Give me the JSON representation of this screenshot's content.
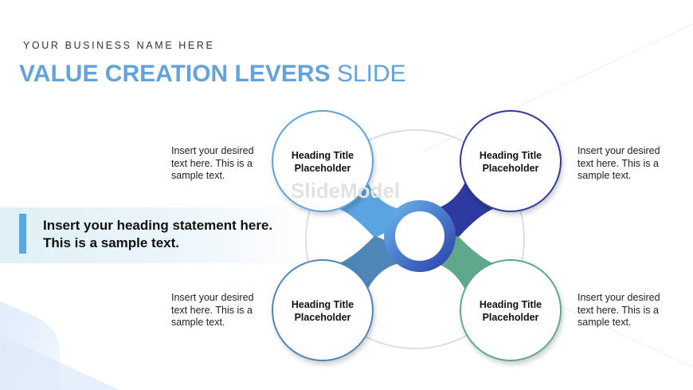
{
  "header": {
    "business_name": "YOUR BUSINESS NAME HERE",
    "title_bold": "VALUE CREATION LEVERS",
    "title_light": "SLIDE"
  },
  "statement": {
    "line1": "Insert your heading statement here.",
    "line2": "This is a sample text."
  },
  "levers": [
    {
      "heading": "Heading Title Placeholder",
      "description": "Insert your desired text here. This is a sample text.",
      "color": "#5aa5e0"
    },
    {
      "heading": "Heading Title Placeholder",
      "description": "Insert your desired text here. This is a sample text.",
      "color": "#2e3a9e"
    },
    {
      "heading": "Heading Title Placeholder",
      "description": "Insert your desired text here. This is a sample text.",
      "color": "#4f86b8"
    },
    {
      "heading": "Heading Title Placeholder",
      "description": "Insert your desired text here. This is a sample text.",
      "color": "#5fa88a"
    }
  ],
  "watermark": "SlideModel"
}
